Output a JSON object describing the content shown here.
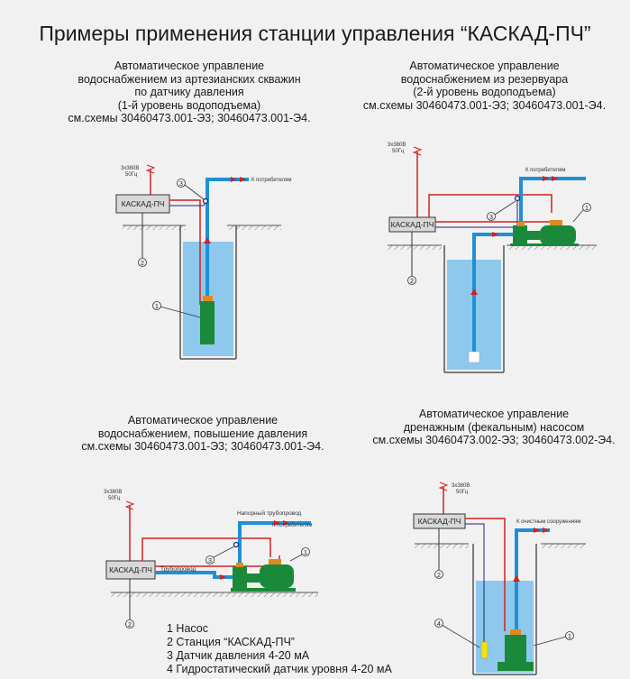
{
  "title": "Примеры применения станции управления “КАСКАД-ПЧ”",
  "sections": [
    {
      "lines": [
        "Автоматическое управление",
        "водоснабжением из артезианских скважин",
        "по датчику давления",
        "(1-й уровень водоподъема)",
        "см.схемы 30460473.001-Э3; 30460473.001-Э4."
      ]
    },
    {
      "lines": [
        "Автоматическое управление",
        "водоснабжением из резервуара",
        "(2-й уровень водоподъема)",
        "см.схемы 30460473.001-Э3; 30460473.001-Э4."
      ]
    },
    {
      "lines": [
        "Автоматическое управление",
        "водоснабжением, повышение давления",
        "см.схемы 30460473.001-Э3; 30460473.001-Э4."
      ]
    },
    {
      "lines": [
        "Автоматическое управление",
        "дренажным (фекальным) насосом",
        "см.схемы 30460473.002-Э3; 30460473.002-Э4."
      ]
    }
  ],
  "labels": {
    "power_line1": "3x380В",
    "power_line2": "50Гц",
    "station": "КАСКАД-ПЧ",
    "to_consumers": "К потребителям",
    "pressure_pipe": "Напорный трубопровод",
    "pipeline": "Трубопровод",
    "to_treatment": "К очистным сооружениям",
    "n1": "1",
    "n2": "2",
    "n3": "3",
    "n4": "4"
  },
  "legend": [
    "1 Насос",
    "2 Станция “КАСКАД-ПЧ”",
    "3 Датчик давления 4-20 мА",
    "4 Гидростатический датчик уровня 4-20 мА"
  ],
  "colors": {
    "pipe": "#1e90d6",
    "water": "#8ec8ec",
    "cable": "#d42020",
    "pump": "#1a8a3a",
    "sensor_cable": "#1a237e",
    "level_sensor": "#f2e400"
  }
}
